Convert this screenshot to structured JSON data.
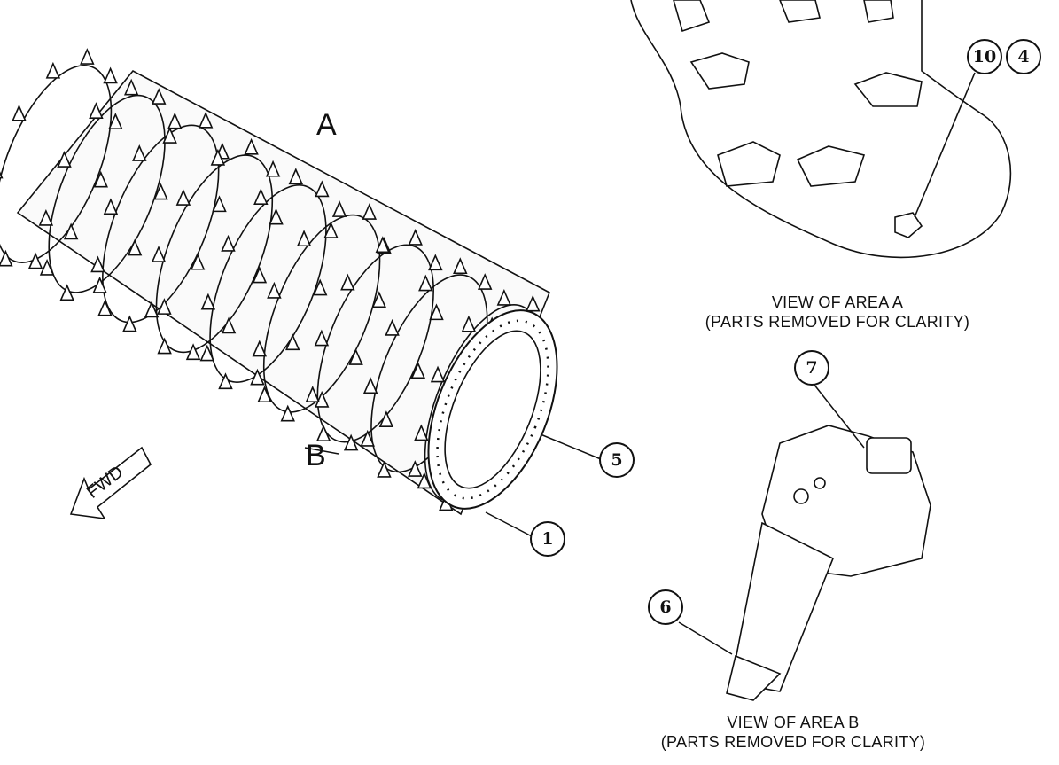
{
  "area_labels": {
    "a": "A",
    "b": "B"
  },
  "fwd_label": "FWD",
  "callouts": {
    "c10": "10",
    "c4": "4",
    "c5": "5",
    "c1": "1",
    "c7": "7",
    "c6": "6"
  },
  "captions": {
    "view_a_line1": "VIEW OF AREA A",
    "view_a_line2": "(PARTS REMOVED FOR CLARITY)",
    "view_b_line1": "VIEW OF AREA B",
    "view_b_line2": "(PARTS REMOVED FOR CLARITY)"
  },
  "colors": {
    "ink": "#111111",
    "background": "#ffffff"
  }
}
